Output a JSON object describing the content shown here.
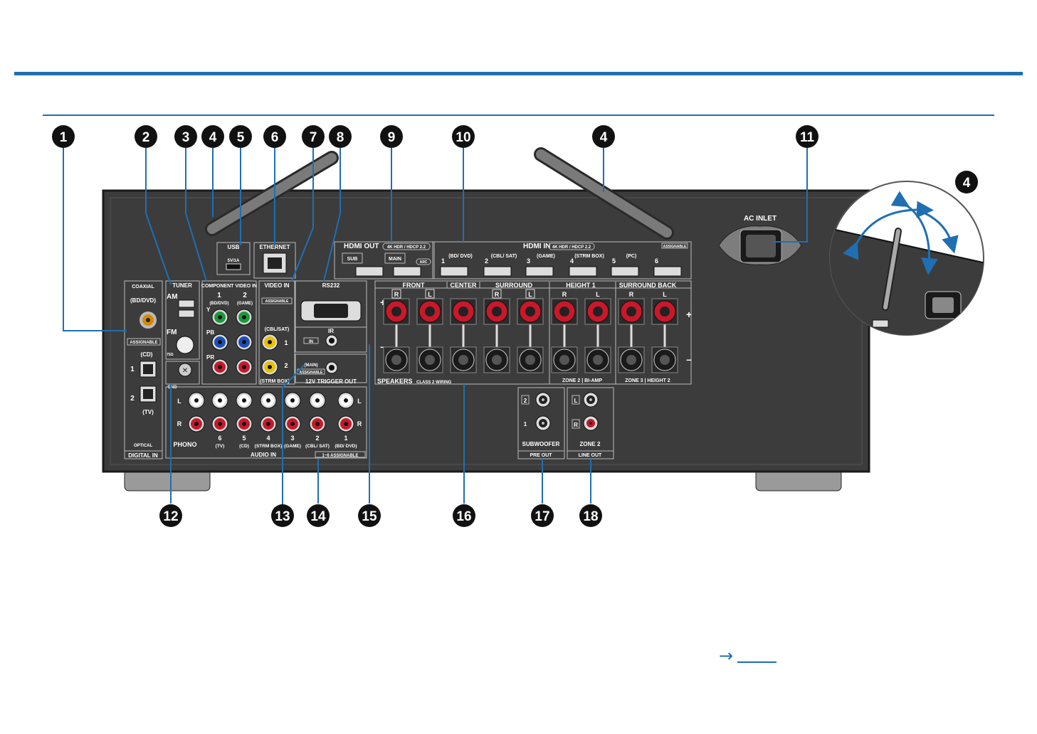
{
  "callouts": {
    "top": [
      "1",
      "2",
      "3",
      "4",
      "5",
      "6",
      "7",
      "8",
      "9",
      "10",
      "4",
      "11"
    ],
    "bottom": [
      "12",
      "13",
      "14",
      "15",
      "16",
      "17",
      "18"
    ],
    "inset": "4"
  },
  "panel": {
    "digital_in": "DIGITAL IN",
    "coaxial": "COAXIAL",
    "bd_dvd": "(BD/DVD)",
    "assignable": "ASSIGNABLE",
    "cd": "(CD)",
    "tv": "(TV)",
    "optical": "OPTICAL",
    "opt1": "1",
    "opt2": "2",
    "tuner": "TUNER",
    "am": "AM",
    "fm": "FM",
    "fm_ohm": "75Ω",
    "component": "COMPONENT VIDEO IN",
    "comp1": "1",
    "comp2": "2",
    "comp1_sub": "(BD/DVD)",
    "comp2_sub": "(GAME)",
    "y": "Y",
    "pb": "PB",
    "pr": "PR",
    "usb": "USB",
    "usb_sub": "5V/1A",
    "ethernet": "ETHERNET",
    "video_in": "VIDEO IN",
    "cbl_sat": "(CBL/SAT)",
    "strm_box": "(STRM BOX)",
    "vid1": "1",
    "vid2": "2",
    "rs232": "RS232",
    "ir": "IR",
    "ir_in": "IN",
    "main": "(MAIN)",
    "trigger": "12V TRIGGER OUT",
    "gnd": "GND",
    "hdmi_out": "HDMI OUT",
    "hdmi_out_spec": "4K HDR / HDCP 2.2",
    "sub": "SUB",
    "main_btn": "MAIN",
    "arc": "ARC",
    "hdmi_in": "HDMI IN",
    "hdmi_in_spec": "4K HDR / HDCP 2.2",
    "hdmi_in_inputs": [
      "1",
      "2",
      "3",
      "4",
      "5",
      "6"
    ],
    "hdmi_in_names": [
      "(BD/ DVD)",
      "(CBL/ SAT)",
      "(GAME)",
      "(STRM BOX)",
      "(PC)",
      ""
    ],
    "ac_inlet": "AC INLET",
    "front": "FRONT",
    "center": "CENTER",
    "surround": "SURROUND",
    "height1": "HEIGHT 1",
    "surround_back": "SURROUND BACK",
    "r": "R",
    "l": "L",
    "plus": "+",
    "minus": "–",
    "speakers": "SPEAKERS",
    "speakers_sub": "CLASS 2 WIRING",
    "zone2_biamp": "ZONE 2 | BI-AMP",
    "zone3_height2": "ZONE 3 | HEIGHT 2",
    "phono": "PHONO",
    "audio_in": "AUDIO IN",
    "audio_inputs": [
      "6",
      "5",
      "4",
      "3",
      "2",
      "1"
    ],
    "audio_names": [
      "(TV)",
      "(CD)",
      "(STRM BOX)",
      "(GAME)",
      "(CBL/ SAT)",
      "(BD/ DVD)"
    ],
    "audio_assignable": "1~6 ASSIGNABLE",
    "subwoofer": "SUBWOOFER",
    "pre_out": "PRE OUT",
    "sw1": "1",
    "sw2": "2",
    "zone2": "ZONE 2",
    "line_out": "LINE OUT"
  },
  "colors": {
    "accent": "#1f6fb2",
    "panel": "#3c3c3c",
    "panel_border": "#1a1a1a",
    "jack_green": "#1a9a3a",
    "jack_blue": "#1d4fb8",
    "jack_red": "#c8182a",
    "jack_yellow": "#e8c000",
    "jack_orange": "#d48a00"
  }
}
